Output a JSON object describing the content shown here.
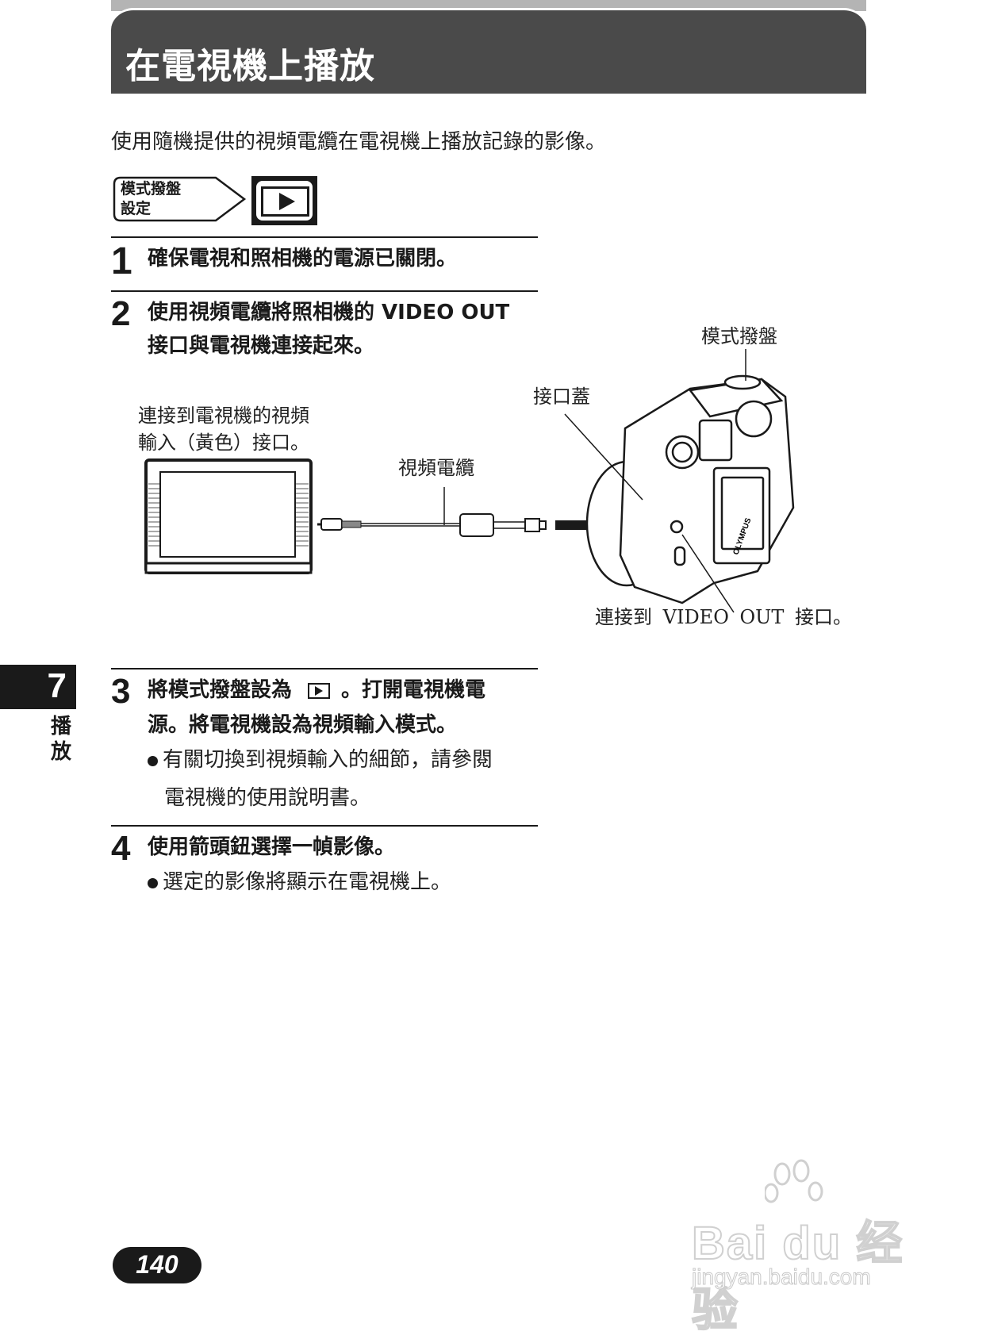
{
  "header": {
    "title": "在電視機上播放"
  },
  "intro": "使用隨機提供的視頻電纜在電視機上播放記錄的影像。",
  "mode_setting": {
    "label_line1": "模式撥盤",
    "label_line2": "設定",
    "icon": "playback-icon"
  },
  "steps": [
    {
      "number": "1",
      "text": "確保電視和照相機的電源已關閉。"
    },
    {
      "number": "2",
      "text_line1": "使用視頻電纜將照相機的 VIDEO OUT",
      "text_line2": "接口與電視機連接起來。"
    },
    {
      "number": "3",
      "text_line1_a": "將模式撥盤設為",
      "text_line1_b": "。打開電視機電",
      "text_line2": "源。將電視機設為視頻輸入模式。",
      "bullet_line1": "有關切換到視頻輸入的細節，請參閱",
      "bullet_line2": "電視機的使用說明書。"
    },
    {
      "number": "4",
      "text": "使用箭頭鈕選擇一幀影像。",
      "bullet": "選定的影像將顯示在電視機上。"
    }
  ],
  "diagram": {
    "tv_label_line1": "連接到電視機的視頻",
    "tv_label_line2": "輸入（黃色）接口。",
    "cable_label": "視頻電纜",
    "cover_label": "接口蓋",
    "dial_label": "模式撥盤",
    "port_label": "連接到 VIDEO OUT 接口。",
    "camera_brand": "OLYMPUS"
  },
  "side_tab": {
    "chapter": "7",
    "label_line1": "播",
    "label_line2": "放"
  },
  "page_number": "140",
  "watermark": {
    "brand": "Bai du 经验",
    "url": "jingyan.baidu.com"
  }
}
